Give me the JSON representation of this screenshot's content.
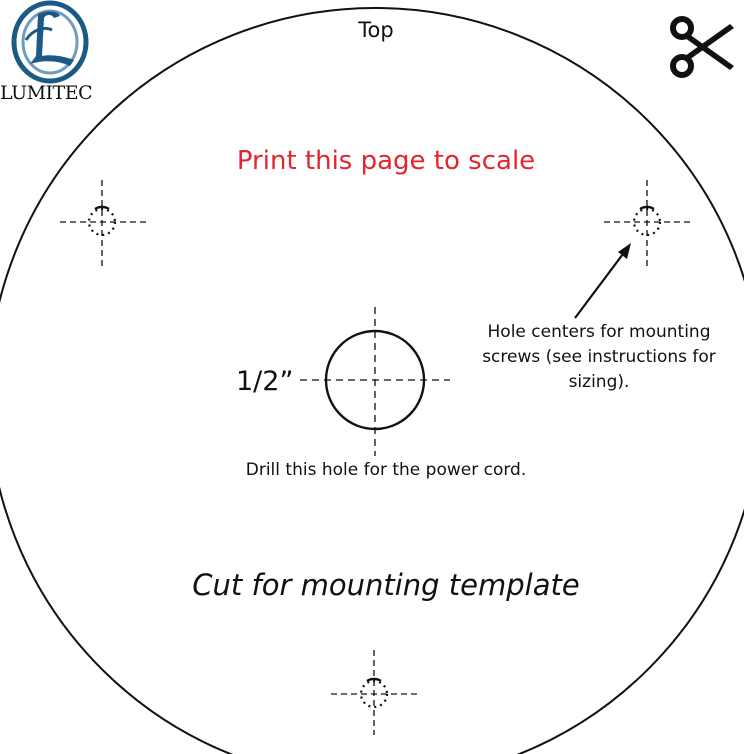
{
  "brand": {
    "name": "LUMITEC",
    "logo_icon": "lumitec-logo",
    "logo_color": "#1c5a86"
  },
  "cut_icon": "scissors-icon",
  "labels": {
    "top": "Top",
    "print_note": "Print this page to scale",
    "hole_size": "1/2”",
    "hole_note_lines": [
      "Hole centers for mounting",
      "screws (see instructions for",
      "sizing)."
    ],
    "drill_note": "Drill this hole for the power cord.",
    "cut_note": "Cut for mounting template"
  },
  "colors": {
    "print_note": "#e3262d",
    "ink": "#111111"
  }
}
